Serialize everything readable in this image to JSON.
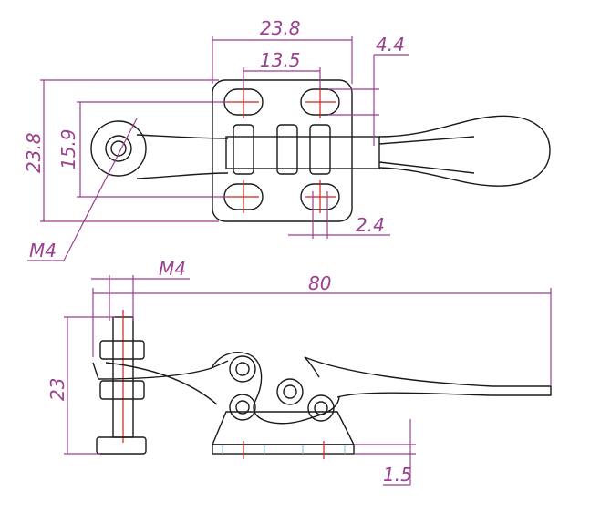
{
  "drawing": {
    "top_view": {
      "width_dim": "23.8",
      "hole_spacing_dim": "13.5",
      "offset_dim": "4.4",
      "height_dim": "23.8",
      "hole_vertical_dim": "15.9",
      "slot_dim": "2.4",
      "thread_label": "M4"
    },
    "side_view": {
      "thread_label": "M4",
      "length_dim": "80",
      "height_dim": "23",
      "base_dim": "1.5"
    },
    "colors": {
      "dimension": "#9b3f8f",
      "part": "#1a1a1a",
      "centerline": "#d0201f",
      "hatch": "#6fc0d8"
    }
  }
}
